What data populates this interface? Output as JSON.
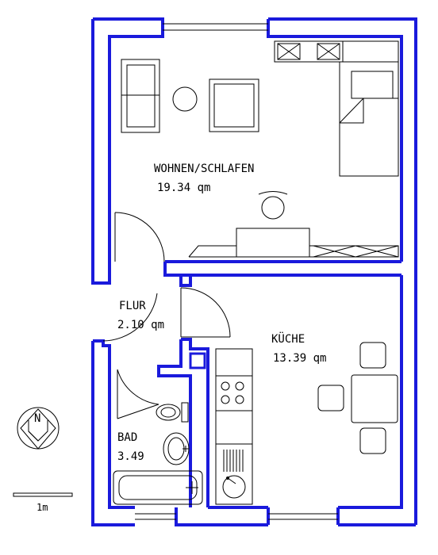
{
  "rooms": {
    "wohnen": {
      "name": "WOHNEN/SCHLAFEN",
      "area": "19.34  qm"
    },
    "flur": {
      "name": "FLUR",
      "area": "2.10  qm"
    },
    "kueche": {
      "name": "KÜCHE",
      "area": "13.39  qm"
    },
    "bad": {
      "name": "BAD",
      "area": "3.49"
    }
  },
  "compass": {
    "letter": "N"
  },
  "scale": {
    "label": "1m"
  },
  "colors": {
    "walls": "#1a1adc",
    "lines": "#000000"
  }
}
